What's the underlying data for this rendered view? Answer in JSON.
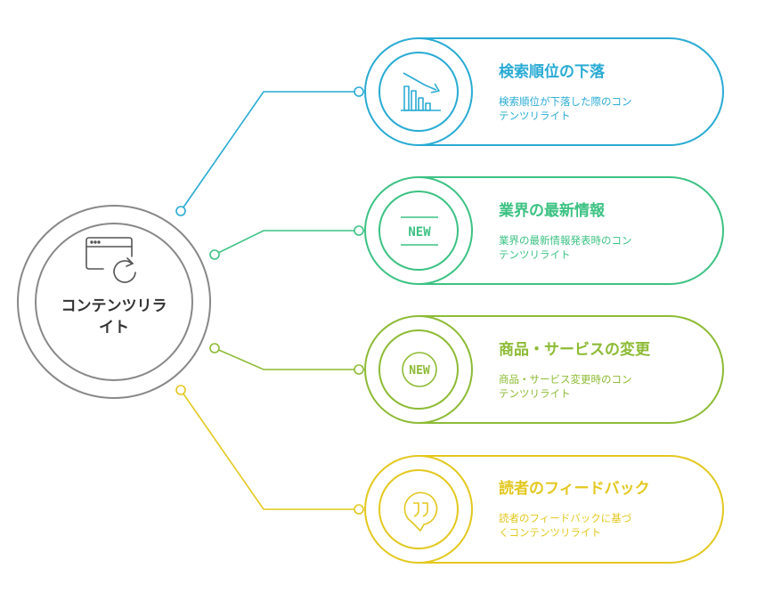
{
  "center": {
    "label_line1": "コンテンツリラ",
    "label_line2": "イト",
    "icon": "browser-refresh-icon"
  },
  "colors": {
    "center_outline": "#888888",
    "card1": "#29abd4",
    "card2": "#3cc283",
    "card3": "#8dbb35",
    "card4": "#e3c81f"
  },
  "cards": [
    {
      "title": "検索順位の下落",
      "desc_line1": "検索順位が下落した際のコン",
      "desc_line2": "テンツリライト",
      "icon": "declining-bar-chart-icon"
    },
    {
      "title": "業界の最新情報",
      "desc_line1": "業界の最新情報発表時のコン",
      "desc_line2": "テンツリライト",
      "icon": "new-banner-icon",
      "icon_text": "NEW"
    },
    {
      "title": "商品・サービスの変更",
      "desc_line1": "商品・サービス変更時のコン",
      "desc_line2": "テンツリライト",
      "icon": "new-badge-icon",
      "icon_text": "NEW"
    },
    {
      "title": "読者のフィードバック",
      "desc_line1": "読者のフィードバックに基づ",
      "desc_line2": "くコンテンツリライト",
      "icon": "quote-bubble-icon"
    }
  ]
}
